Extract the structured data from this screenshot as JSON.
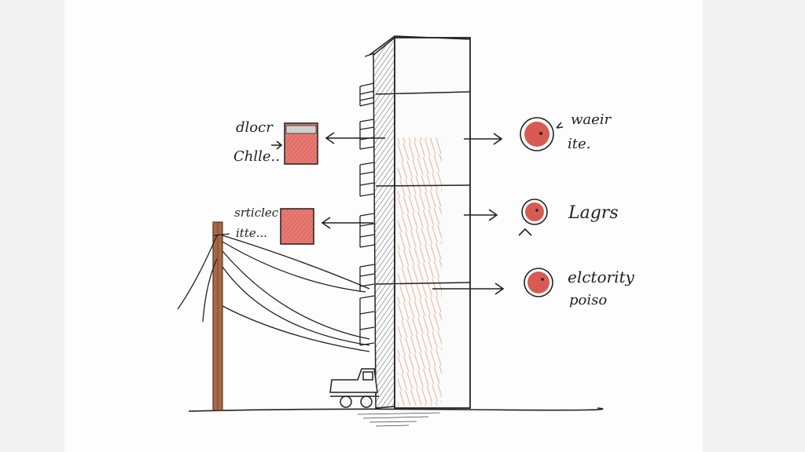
{
  "colors": {
    "paper": "#fdfdfd",
    "background": "#f2f2f2",
    "ink": "#222222",
    "red_fill": "#e06a64",
    "red_stroke": "#c43f3a",
    "hatch_orange": "#e08a6a",
    "pole_brown": "#8b5a3c"
  },
  "left_labels": [
    {
      "line1": "dlocr",
      "line2": "Chlle..",
      "marker": "square"
    },
    {
      "line1": "srticlec",
      "line2": "itte...",
      "marker": "square"
    }
  ],
  "right_labels": [
    {
      "line1": "waeir",
      "line2": "ite.",
      "marker": "circle"
    },
    {
      "line1": "Lagrs",
      "line2": "",
      "marker": "circle"
    },
    {
      "line1": "elctority",
      "line2": "poiso",
      "marker": "circle"
    }
  ],
  "icons": [
    "building",
    "utility-pole",
    "power-lines",
    "truck",
    "arrow"
  ]
}
